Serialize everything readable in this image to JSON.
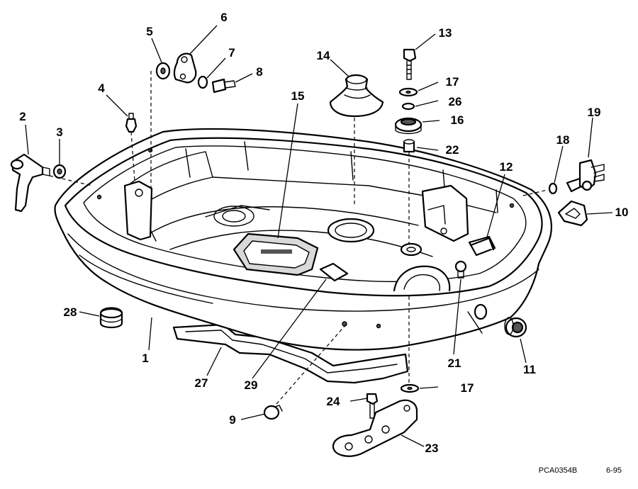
{
  "callouts": {
    "c1": "1",
    "c2": "2",
    "c3": "3",
    "c4": "4",
    "c5": "5",
    "c6": "6",
    "c7": "7",
    "c8": "8",
    "c9": "9",
    "c10": "10",
    "c11": "11",
    "c12": "12",
    "c13": "13",
    "c14": "14",
    "c15": "15",
    "c16": "16",
    "c17a": "17",
    "c17b": "17",
    "c18": "18",
    "c19": "19",
    "c21": "21",
    "c22": "22",
    "c23": "23",
    "c24": "24",
    "c26": "26",
    "c27": "27",
    "c28": "28",
    "c29": "29"
  },
  "footer": {
    "code": "PCA0354B",
    "date": "6-95"
  }
}
